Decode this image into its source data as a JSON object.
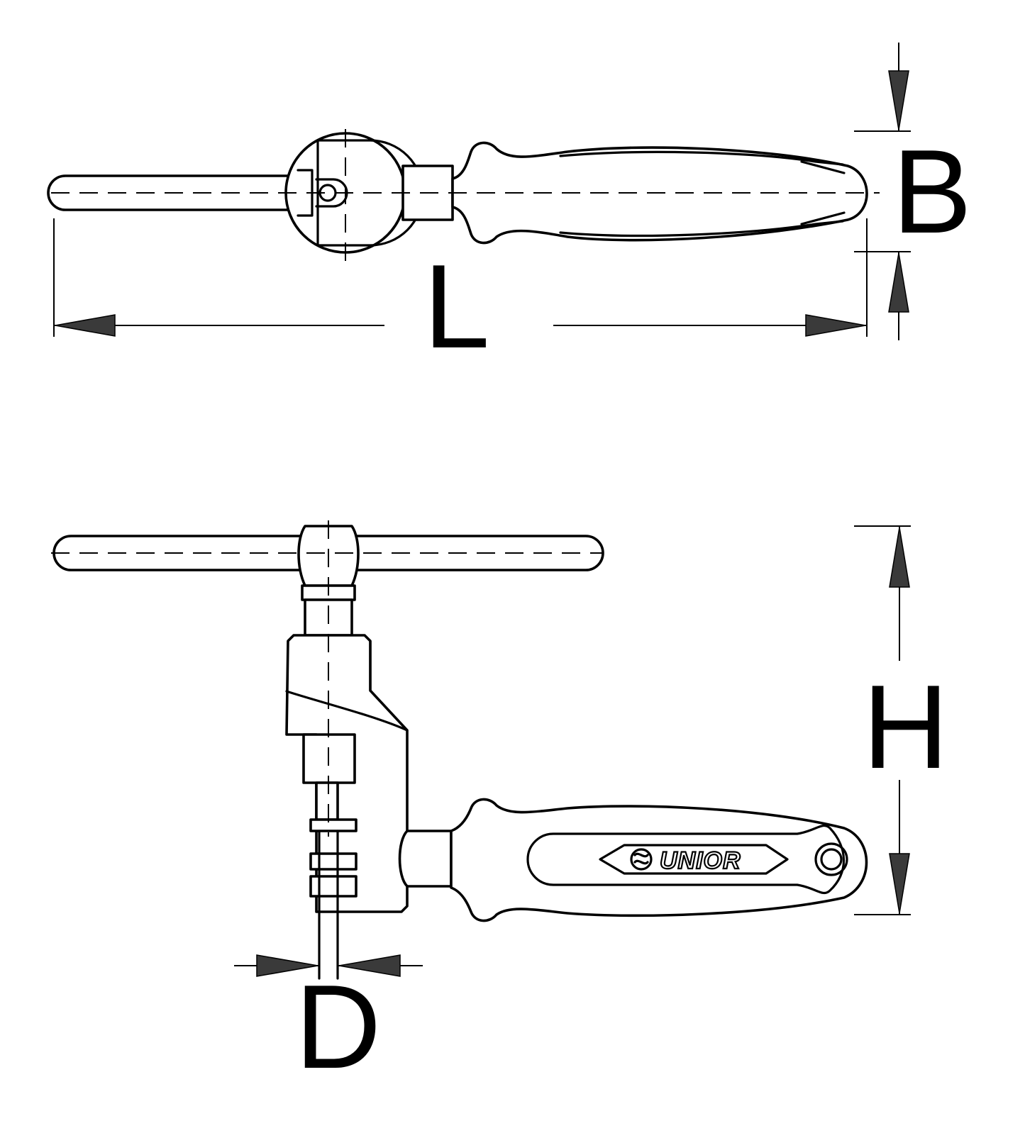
{
  "dimensions": {
    "L": "L",
    "B": "B",
    "H": "H",
    "D": "D"
  },
  "brand": {
    "logo_text": "UNIOR"
  },
  "colors": {
    "line": "#000000",
    "arrow_fill": "#3a3a3a",
    "background": "#ffffff"
  }
}
